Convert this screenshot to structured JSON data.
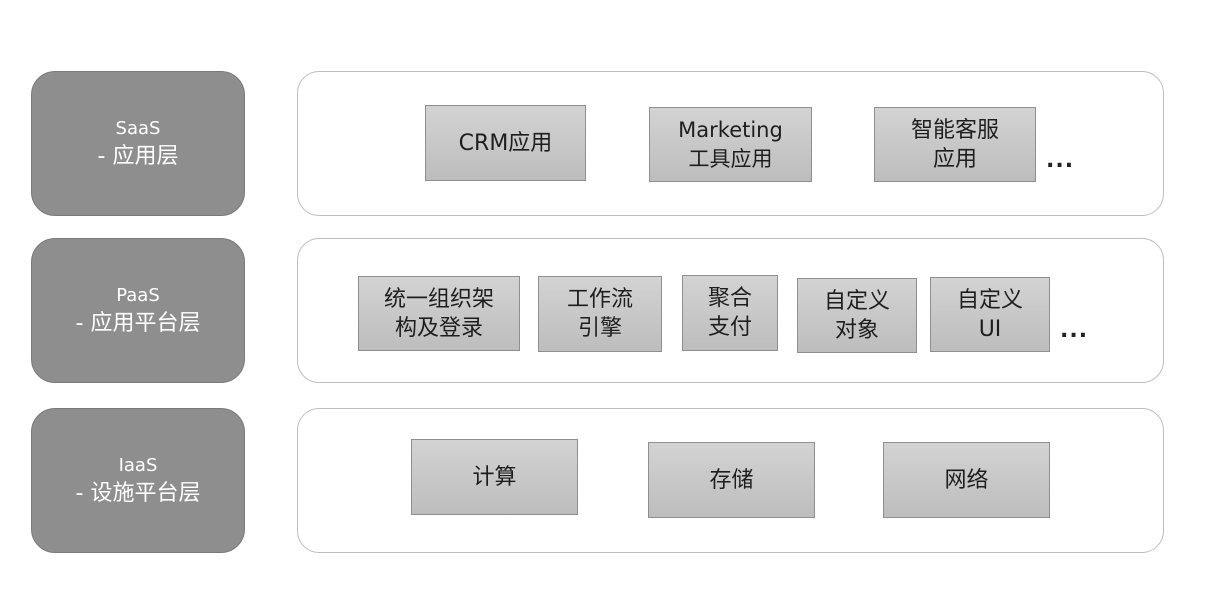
{
  "layers": [
    {
      "label_line1": "SaaS",
      "label_line2": "- 应用层",
      "components": [
        {
          "line1": "CRM应用",
          "line2": ""
        },
        {
          "line1": "Marketing",
          "line2": "工具应用"
        },
        {
          "line1": "智能客服",
          "line2": "应用"
        }
      ],
      "more": "..."
    },
    {
      "label_line1": "PaaS",
      "label_line2": "- 应用平台层",
      "components": [
        {
          "line1": "统一组织架",
          "line2": "构及登录"
        },
        {
          "line1": "工作流",
          "line2": "引擎"
        },
        {
          "line1": "聚合",
          "line2": "支付"
        },
        {
          "line1": "自定义",
          "line2": "对象"
        },
        {
          "line1": "自定义",
          "line2": "UI"
        }
      ],
      "more": "..."
    },
    {
      "label_line1": "IaaS",
      "label_line2": "- 设施平台层",
      "components": [
        {
          "line1": "计算",
          "line2": ""
        },
        {
          "line1": "存储",
          "line2": ""
        },
        {
          "line1": "网络",
          "line2": ""
        }
      ],
      "more": ""
    }
  ]
}
